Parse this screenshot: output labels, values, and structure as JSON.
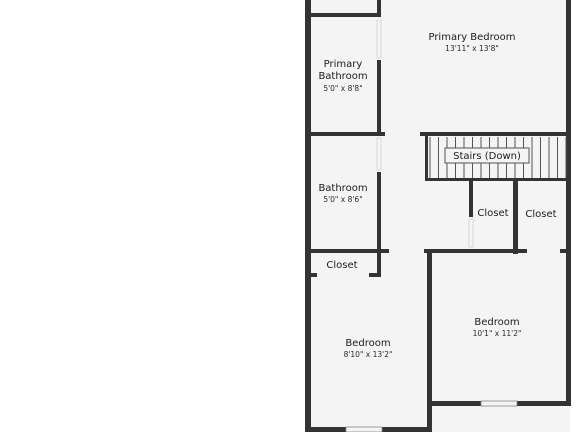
{
  "floor_plan": {
    "rooms": [
      {
        "id": "primary-bedroom",
        "name": "Primary Bedroom",
        "dims": "13'11\" x 13'8\""
      },
      {
        "id": "primary-bathroom",
        "name_line1": "Primary",
        "name_line2": "Bathroom",
        "dims": "5'0\" x 8'8\""
      },
      {
        "id": "stairs",
        "name": "Stairs (Down)"
      },
      {
        "id": "bathroom",
        "name": "Bathroom",
        "dims": "5'0\" x 8'6\""
      },
      {
        "id": "closet-hall",
        "name": "Closet"
      },
      {
        "id": "closet-right",
        "name": "Closet"
      },
      {
        "id": "closet-left",
        "name": "Closet"
      },
      {
        "id": "bedroom-left",
        "name": "Bedroom",
        "dims": "8'10\" x 13'2\""
      },
      {
        "id": "bedroom-right",
        "name": "Bedroom",
        "dims": "10'1\" x 11'2\""
      }
    ],
    "colors": {
      "wall": "#333333",
      "floor": "#f4f4f4",
      "window": "#f4f4f4",
      "stair_line": "#555555"
    }
  }
}
